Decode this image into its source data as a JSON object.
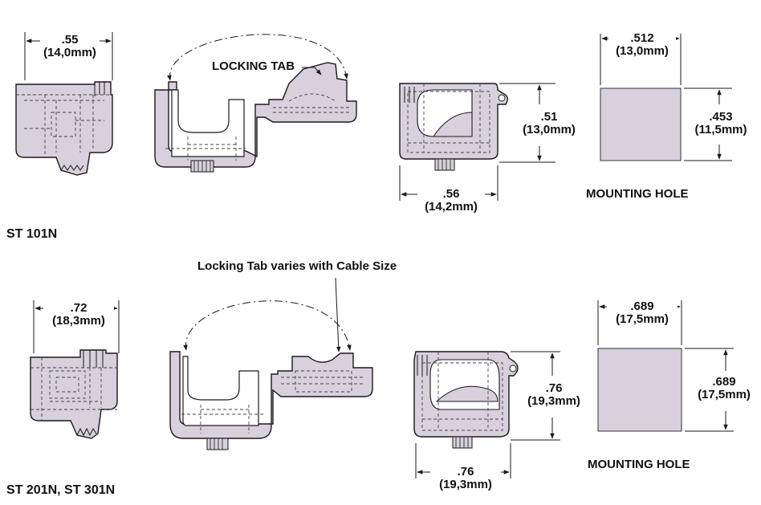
{
  "colors": {
    "part_fill": "#d8d0dc",
    "line": "#1a1a1a",
    "hidden_line": "#444444",
    "background": "#ffffff"
  },
  "row1": {
    "title": "ST 101N",
    "callout": "LOCKING TAB",
    "side_width": {
      "inch": ".55",
      "mm": "(14,0mm)"
    },
    "front_height": {
      "inch": ".51",
      "mm": "(13,0mm)"
    },
    "front_width": {
      "inch": ".56",
      "mm": "(14,2mm)"
    },
    "hole_width": {
      "inch": ".512",
      "mm": "(13,0mm)"
    },
    "hole_height": {
      "inch": ".453",
      "mm": "(11,5mm)"
    },
    "hole_label": "MOUNTING HOLE"
  },
  "row2": {
    "title": "ST 201N, ST 301N",
    "callout": "Locking Tab varies with Cable Size",
    "side_width": {
      "inch": ".72",
      "mm": "(18,3mm)"
    },
    "front_height": {
      "inch": ".76",
      "mm": "(19,3mm)"
    },
    "front_width": {
      "inch": ".76",
      "mm": "(19,3mm)"
    },
    "hole_width": {
      "inch": ".689",
      "mm": "(17,5mm)"
    },
    "hole_height": {
      "inch": ".689",
      "mm": "(17,5mm)"
    },
    "hole_label": "MOUNTING HOLE"
  }
}
